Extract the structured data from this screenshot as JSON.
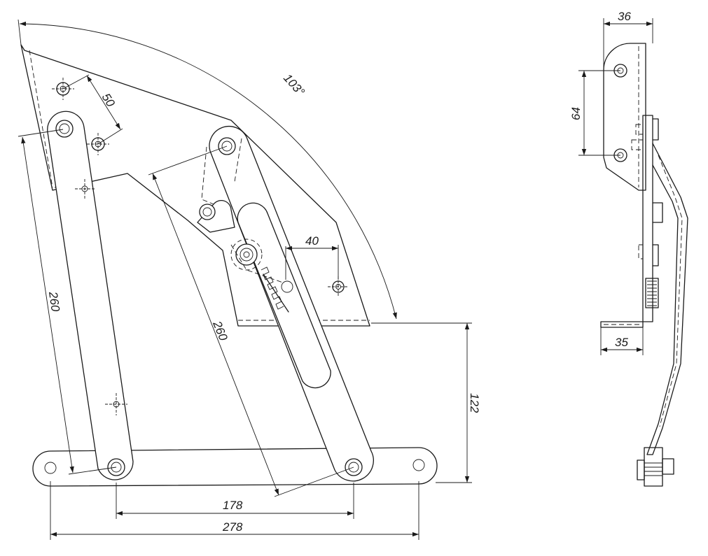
{
  "dimensions": {
    "angle": "103°",
    "hole_offset": "50",
    "slot_offset": "40",
    "left_arm_length": "260",
    "center_arm_length": "260",
    "height": "122",
    "inner_pivot_span": "178",
    "outer_span": "278",
    "side_width": "36",
    "side_hole_spacing": "64",
    "side_base_width": "35"
  },
  "colors": {
    "line": "#1a1a1a",
    "background": "#ffffff"
  }
}
